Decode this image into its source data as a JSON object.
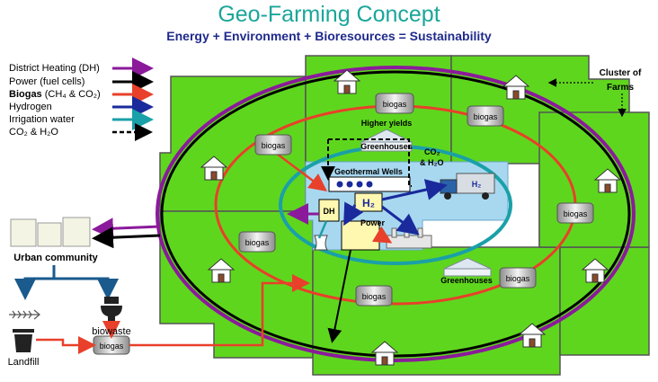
{
  "title": "Geo-Farming Concept",
  "subtitle": "Energy + Environment + Bioresources = Sustainability",
  "legend": [
    {
      "label": "District Heating (DH)",
      "color": "#8b1a9b",
      "style": "solid"
    },
    {
      "label": "Power (fuel cells)",
      "color": "#000000",
      "style": "solid"
    },
    {
      "label_bold": "Biogas",
      "label_rest": " (CH₄ & CO₂)",
      "color": "#e8402a",
      "style": "solid"
    },
    {
      "label": "Hydrogen",
      "color": "#1a2a9c",
      "style": "solid"
    },
    {
      "label": "Irrigation water",
      "color": "#1aa0a8",
      "style": "solid"
    },
    {
      "label": "CO₂ & H₂O",
      "color": "#000000",
      "style": "dashed"
    }
  ],
  "labels": {
    "cluster": "Cluster of",
    "cluster2": "Farms",
    "higher_yields": "Higher yields",
    "greenhouses_top": "Greenhouses",
    "greenhouses_bottom": "Greenhouses",
    "co2_h2o_line1": "CO₂",
    "co2_h2o_line2": "& H₂O",
    "geothermal": "Geothermal Wells",
    "dh": "DH",
    "h2_box": "H₂",
    "power": "Power",
    "truck_h2": "H₂",
    "urban": "Urban community",
    "biowaste": "biowaste",
    "landfill": "Landfill",
    "biogas": "biogas"
  },
  "colors": {
    "farm_green": "#5fd61e",
    "farm_border": "#555555",
    "center_water": "#a8d8f0",
    "dh": "#8b1a9b",
    "power": "#000000",
    "biogas": "#e8402a",
    "hydrogen": "#1a2a9c",
    "water": "#1aa0a8",
    "urban_pipe": "#1a5a8c",
    "title": "#1aa69a",
    "subtitle": "#1f2a8c"
  }
}
